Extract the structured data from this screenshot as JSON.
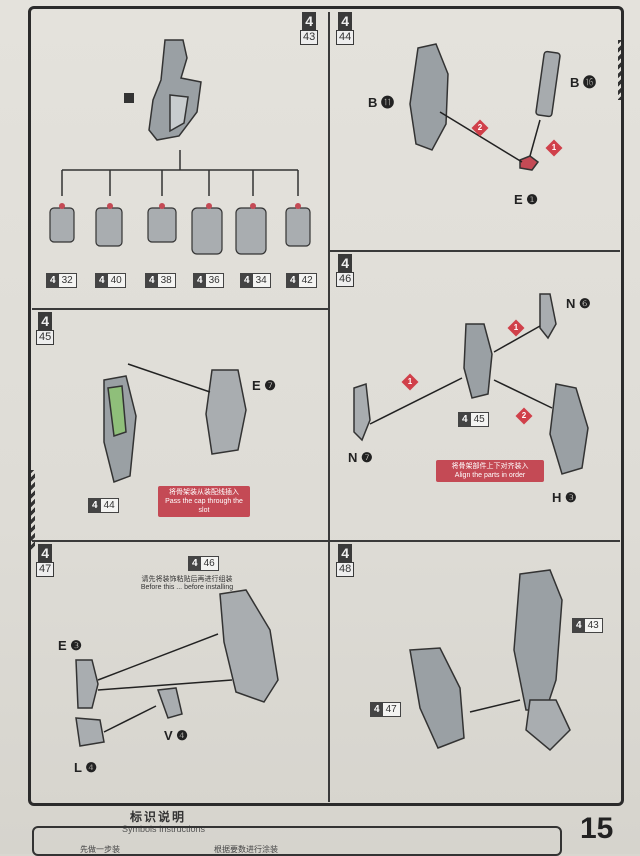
{
  "steps": {
    "s43": {
      "num": "4",
      "sub": "43"
    },
    "s44": {
      "num": "4",
      "sub": "44"
    },
    "s45": {
      "num": "4",
      "sub": "45"
    },
    "s46": {
      "num": "4",
      "sub": "46"
    },
    "s47": {
      "num": "4",
      "sub": "47"
    },
    "s48": {
      "num": "4",
      "sub": "48"
    }
  },
  "hand_refs": [
    {
      "a": "4",
      "b": "32"
    },
    {
      "a": "4",
      "b": "40"
    },
    {
      "a": "4",
      "b": "38"
    },
    {
      "a": "4",
      "b": "36"
    },
    {
      "a": "4",
      "b": "34"
    },
    {
      "a": "4",
      "b": "42"
    }
  ],
  "refs": {
    "p45_ref": {
      "a": "4",
      "b": "44"
    },
    "p46_ref": {
      "a": "4",
      "b": "45"
    },
    "p47_ref": {
      "a": "4",
      "b": "46"
    },
    "p48_ref_a": {
      "a": "4",
      "b": "43"
    },
    "p48_ref_b": {
      "a": "4",
      "b": "47"
    }
  },
  "labels": {
    "p44_b11": "B ⓫",
    "p44_b16": "B ⓰",
    "p44_e1": "E ❶",
    "p45_e7": "E ❼",
    "p46_n6": "N ❻",
    "p46_n7": "N ❼",
    "p46_h3": "H ❸",
    "p47_e3": "E ❸",
    "p47_v4": "V ❹",
    "p47_l4": "L ❹"
  },
  "arrows": {
    "one": "1",
    "two": "2"
  },
  "warnings": {
    "p45_cn": "将骨架装从装配线插入",
    "p45_en": "Pass the cap through the slot",
    "p46_cn": "将骨架部件上下对齐装入",
    "p46_en": "Align the parts in order",
    "p47_cn": "请先将装饰粘贴后再进行组装",
    "p47_en": "Before this ... before installing"
  },
  "footer": {
    "title": "标识说明",
    "subtitle": "Symbols Instructions",
    "item1": "先做一步装",
    "item2": "根据要数进行涂装",
    "page": "15"
  },
  "colors": {
    "accent": "#d0404a",
    "ink": "#2b2b2b",
    "paper": "#e2e0da"
  }
}
